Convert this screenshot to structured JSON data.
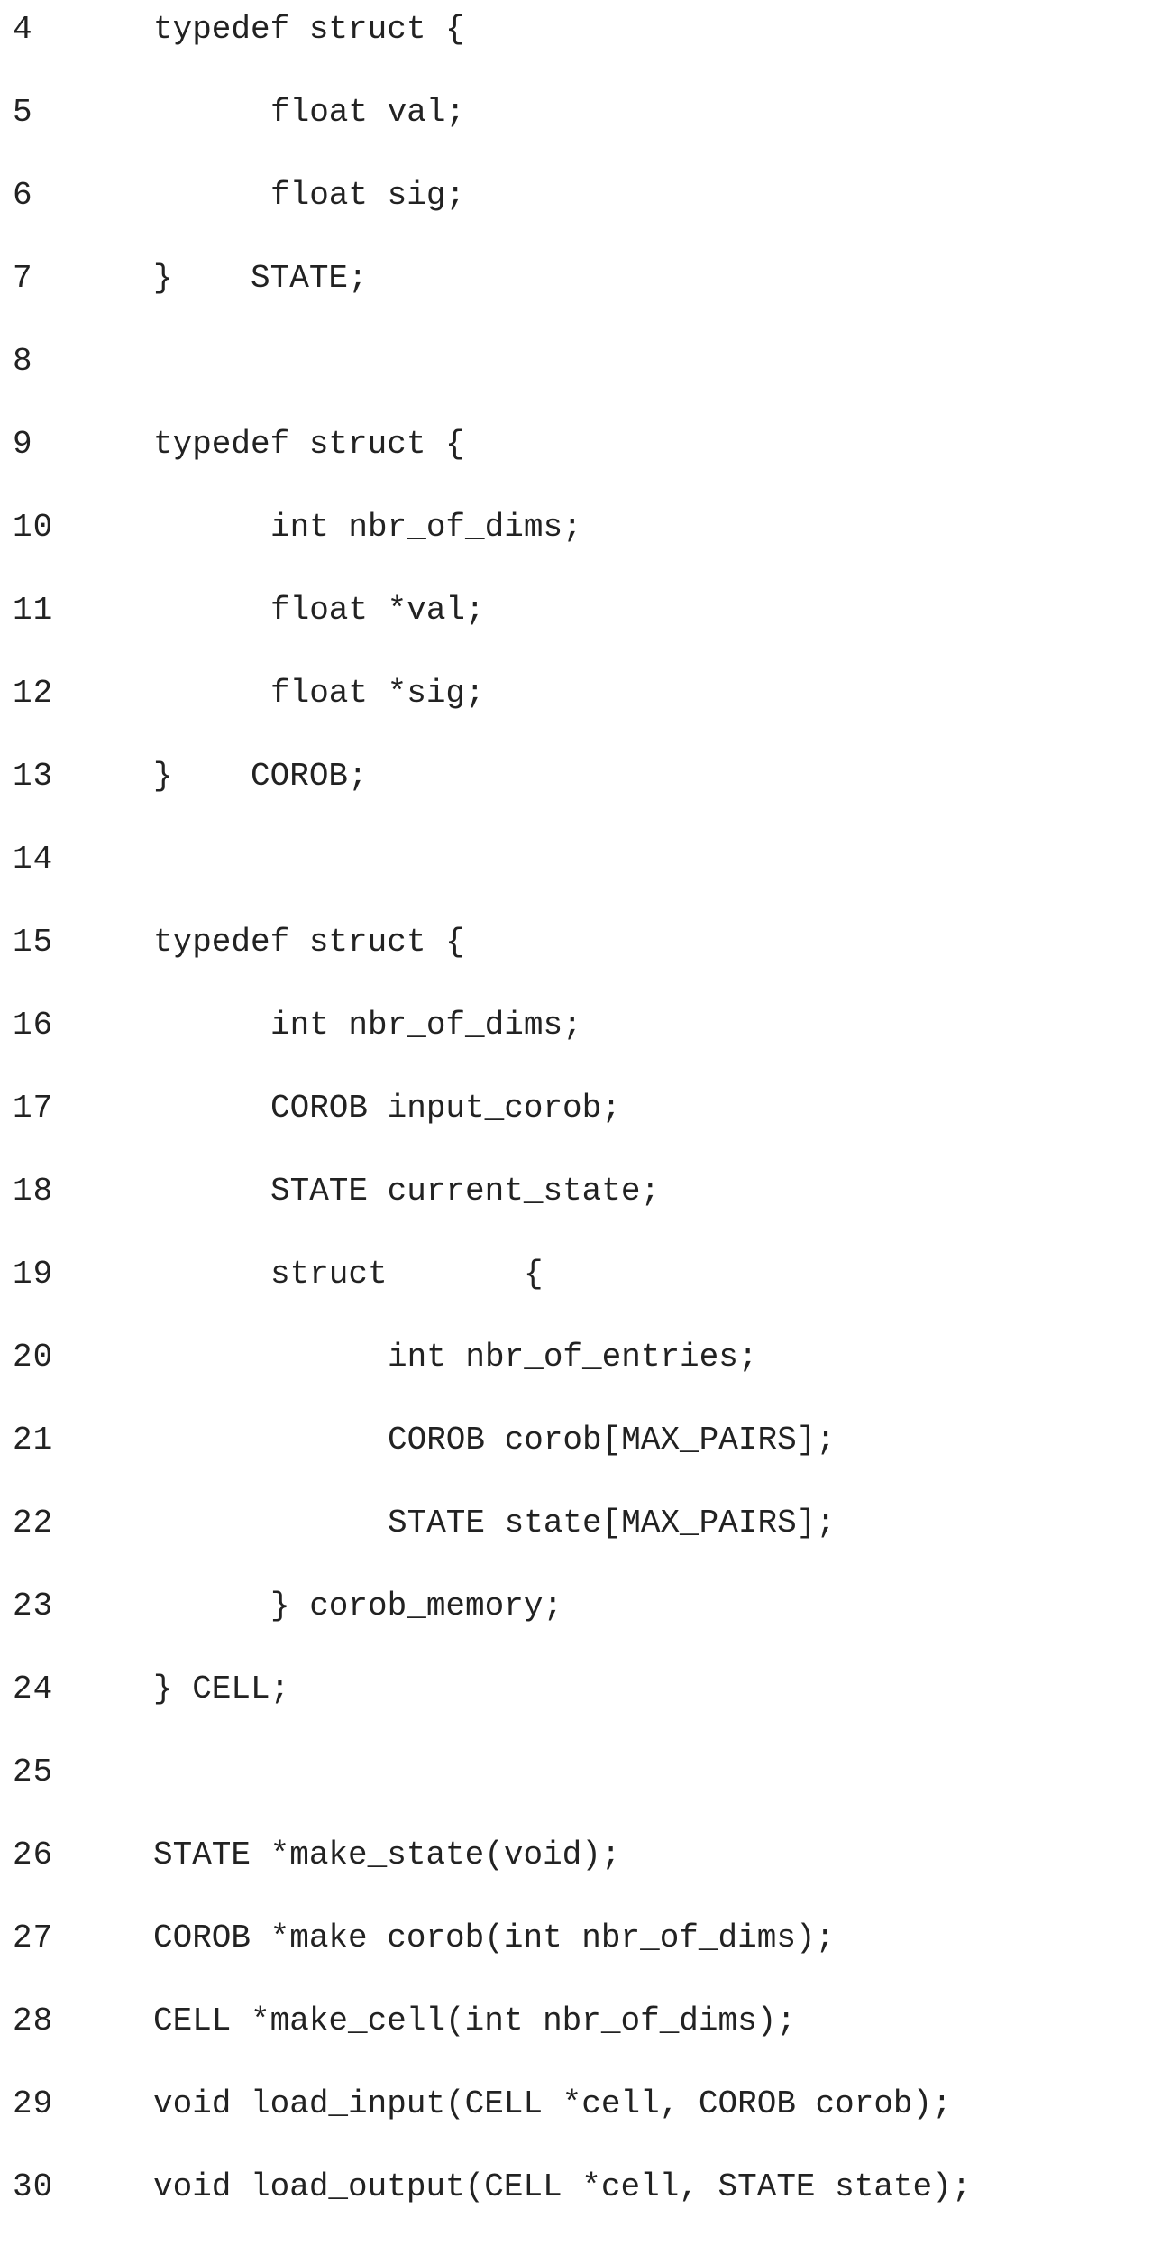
{
  "lines": [
    {
      "number": "4",
      "indent": 0,
      "text": "typedef struct {"
    },
    {
      "number": "5",
      "indent": 1,
      "text": "float val;"
    },
    {
      "number": "6",
      "indent": 1,
      "text": "float sig;"
    },
    {
      "number": "7",
      "indent": 0,
      "text": "}    STATE;"
    },
    {
      "number": "8",
      "indent": 0,
      "text": ""
    },
    {
      "number": "9",
      "indent": 0,
      "text": "typedef struct {"
    },
    {
      "number": "10",
      "indent": 1,
      "text": "int nbr_of_dims;"
    },
    {
      "number": "11",
      "indent": 1,
      "text": "float *val;"
    },
    {
      "number": "12",
      "indent": 1,
      "text": "float *sig;"
    },
    {
      "number": "13",
      "indent": 0,
      "text": "}    COROB;"
    },
    {
      "number": "14",
      "indent": 0,
      "text": ""
    },
    {
      "number": "15",
      "indent": 0,
      "text": "typedef struct {"
    },
    {
      "number": "16",
      "indent": 1,
      "text": "int nbr_of_dims;"
    },
    {
      "number": "17",
      "indent": 1,
      "text": "COROB input_corob;"
    },
    {
      "number": "18",
      "indent": 1,
      "text": "STATE current_state;"
    },
    {
      "number": "19",
      "indent": 1,
      "text": "struct       {"
    },
    {
      "number": "20",
      "indent": 2,
      "text": "int nbr_of_entries;"
    },
    {
      "number": "21",
      "indent": 2,
      "text": "COROB corob[MAX_PAIRS];"
    },
    {
      "number": "22",
      "indent": 2,
      "text": "STATE state[MAX_PAIRS];"
    },
    {
      "number": "23",
      "indent": 1,
      "text": "} corob_memory;"
    },
    {
      "number": "24",
      "indent": 0,
      "text": "} CELL;"
    },
    {
      "number": "25",
      "indent": 0,
      "text": ""
    },
    {
      "number": "26",
      "indent": 0,
      "text": "STATE *make_state(void);"
    },
    {
      "number": "27",
      "indent": 0,
      "text": "COROB *make corob(int nbr_of_dims);"
    },
    {
      "number": "28",
      "indent": 0,
      "text": "CELL *make_cell(int nbr_of_dims);"
    },
    {
      "number": "29",
      "indent": 0,
      "text": "void load_input(CELL *cell, COROB corob);"
    },
    {
      "number": "30",
      "indent": 0,
      "text": "void load_output(CELL *cell, STATE state);"
    }
  ]
}
